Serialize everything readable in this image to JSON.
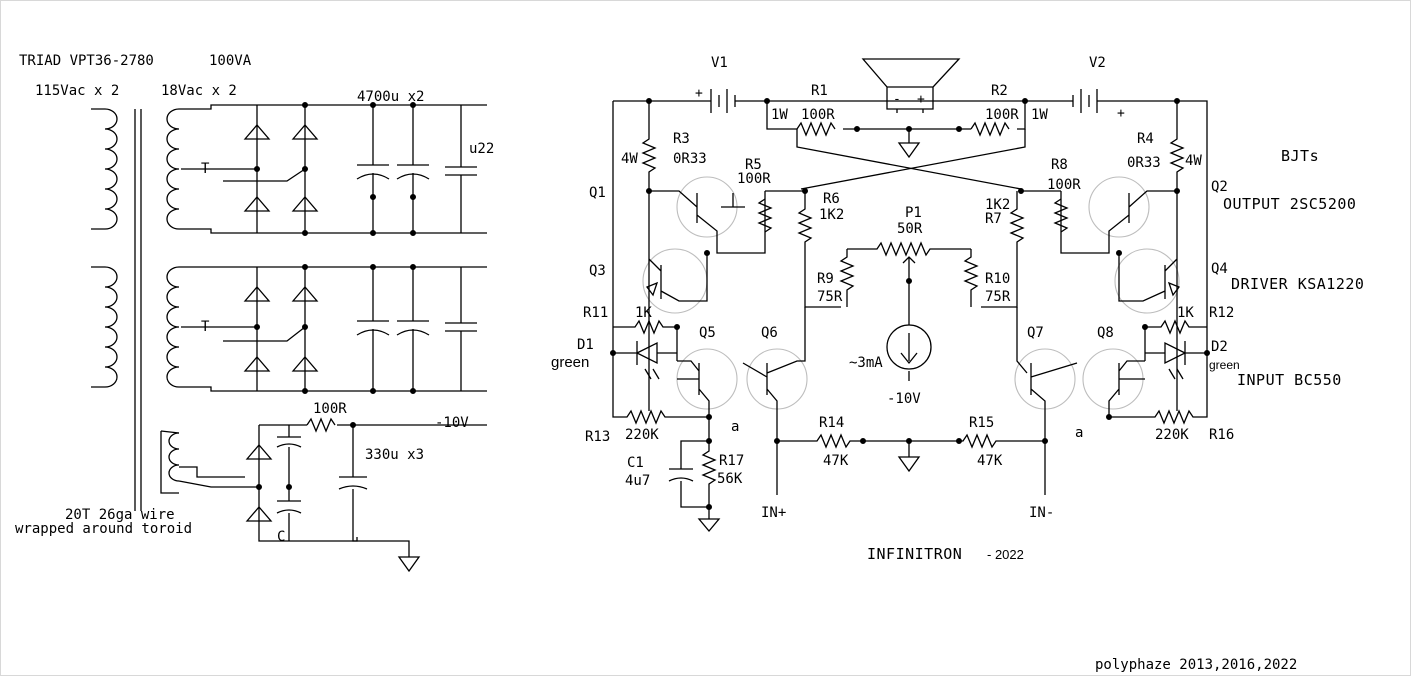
{
  "power_supply": {
    "transformer_spec": "TRIAD VPT36-2780",
    "power_rating": "100VA",
    "primary": "115Vac x 2",
    "secondary": "18Vac x 2",
    "cap_bank": "4700u x2",
    "film_cap": "u22",
    "t_label_top": "T",
    "t_label_bottom": "T",
    "bias_resistor": "100R",
    "bias_voltage": "-10V",
    "bias_cap": "330u x3",
    "winding_note_1": "20T 26ga wire",
    "winding_note_2": "wrapped around toroid",
    "c_label": "C"
  },
  "amplifier": {
    "v1": "V1",
    "v2": "V2",
    "r1": "R1",
    "r2": "R2",
    "r1_val": "100R",
    "r2_val": "100R",
    "w1": "1W",
    "w2": "1W",
    "r3": "R3",
    "r3_val": "0R33",
    "r3_w": "4W",
    "r4": "R4",
    "r4_val": "0R33",
    "r4_w": "4W",
    "r5": "R5",
    "r5_val": "100R",
    "r6": "R6",
    "r6_val": "1K2",
    "r7": "R7",
    "r7_val": "1K2",
    "r8": "R8",
    "r8_val": "100R",
    "p1": "P1",
    "p1_val": "50R",
    "r9": "R9",
    "r9_val": "75R",
    "r10": "R10",
    "r10_val": "75R",
    "r11": "R11",
    "r11_val": "1K",
    "r12": "R12",
    "r12_val": "1K",
    "r13": "R13",
    "r13_val": "220K",
    "r16": "R16",
    "r16_val": "220K",
    "r14": "R14",
    "r14_val": "47K",
    "r15": "R15",
    "r15_val": "47K",
    "r17": "R17",
    "r17_val": "56K",
    "c1": "C1",
    "c1_val": "4u7",
    "q1": "Q1",
    "q2": "Q2",
    "q3": "Q3",
    "q4": "Q4",
    "q5": "Q5",
    "q6": "Q6",
    "q7": "Q7",
    "q8": "Q8",
    "d1": "D1",
    "d1_color": "green",
    "d2": "D2",
    "d2_color": "green",
    "node_a_left": "a",
    "node_a_right": "a",
    "current_source": "~3mA",
    "neg_supply": "-10V",
    "in_plus": "IN+",
    "in_minus": "IN-",
    "speaker_minus": "-",
    "speaker_plus": "+",
    "v1_plus": "+",
    "v2_plus": "+"
  },
  "parts_legend": {
    "heading": "BJTs",
    "output": "OUTPUT 2SC5200",
    "driver": "DRIVER KSA1220",
    "input": "INPUT BC550"
  },
  "footer": {
    "title": "INFINITRON",
    "year": "- 2022",
    "credit": "polyphaze  2013,2016,2022"
  }
}
